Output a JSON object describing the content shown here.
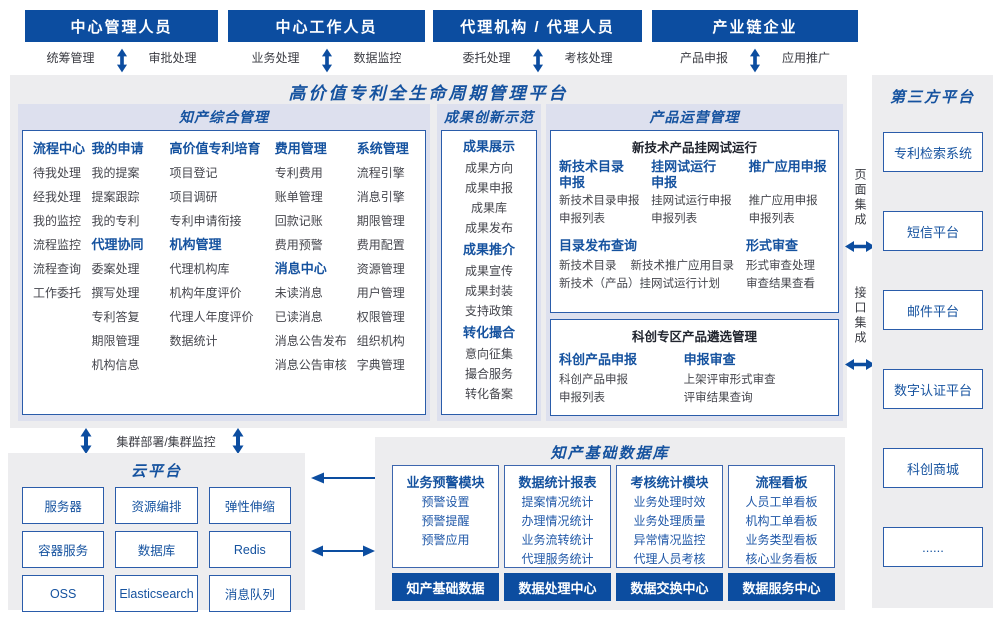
{
  "platform_title": "高价值专利全生命周期管理平台",
  "actors": [
    {
      "title": "中心管理人员",
      "left": "统筹管理",
      "right": "审批处理"
    },
    {
      "title": "中心工作人员",
      "left": "业务处理",
      "right": "数据监控"
    },
    {
      "title": "代理机构 / 代理人员",
      "left": "委托处理",
      "right": "考核处理"
    },
    {
      "title": "产业链企业",
      "left": "产品申报",
      "right": "应用推广"
    }
  ],
  "ip": {
    "title": "知产综合管理",
    "columns": [
      [
        {
          "h": "流程中心"
        },
        {
          "i": "待我处理"
        },
        {
          "i": "经我处理"
        },
        {
          "i": "我的监控"
        },
        {
          "i": "流程监控"
        },
        {
          "i": "流程查询"
        },
        {
          "i": "工作委托"
        }
      ],
      [
        {
          "h": "我的申请"
        },
        {
          "i": "我的提案"
        },
        {
          "i": "提案跟踪"
        },
        {
          "i": "我的专利"
        },
        {
          "h": "代理协同"
        },
        {
          "i": "委案处理"
        },
        {
          "i": "撰写处理"
        },
        {
          "i": "专利答复"
        },
        {
          "i": "期限管理"
        },
        {
          "i": "机构信息"
        }
      ],
      [
        {
          "h": "高价值专利培育"
        },
        {
          "i": "项目登记"
        },
        {
          "i": "项目调研"
        },
        {
          "i": "专利申请衔接"
        },
        {
          "h": "机构管理"
        },
        {
          "i": "代理机构库"
        },
        {
          "i": "机构年度评价"
        },
        {
          "i": "代理人年度评价"
        },
        {
          "i": "数据统计"
        }
      ],
      [
        {
          "h": "费用管理"
        },
        {
          "i": "专利费用"
        },
        {
          "i": "账单管理"
        },
        {
          "i": "回款记账"
        },
        {
          "i": "费用预警"
        },
        {
          "h": "消息中心"
        },
        {
          "i": "未读消息"
        },
        {
          "i": "已读消息"
        },
        {
          "i": "消息公告发布"
        },
        {
          "i": "消息公告审核"
        }
      ],
      [
        {
          "h": "系统管理"
        },
        {
          "i": "流程引擎"
        },
        {
          "i": "消息引擎"
        },
        {
          "i": "期限管理"
        },
        {
          "i": "费用配置"
        },
        {
          "i": "资源管理"
        },
        {
          "i": "用户管理"
        },
        {
          "i": "权限管理"
        },
        {
          "i": "组织机构"
        },
        {
          "i": "字典管理"
        }
      ]
    ]
  },
  "demo": {
    "title": "成果创新示范",
    "entries": [
      {
        "h": "成果展示"
      },
      {
        "i": "成果方向"
      },
      {
        "i": "成果申报"
      },
      {
        "i": "成果库"
      },
      {
        "i": "成果发布"
      },
      {
        "h": "成果推介"
      },
      {
        "i": "成果宣传"
      },
      {
        "i": "成果封装"
      },
      {
        "i": "支持政策"
      },
      {
        "h": "转化撮合"
      },
      {
        "i": "意向征集"
      },
      {
        "i": "撮合服务"
      },
      {
        "i": "转化备案"
      }
    ]
  },
  "product": {
    "title": "产品运营管理",
    "box1": {
      "title": "新技术产品挂网试运行",
      "cols": [
        {
          "header": "新技术目录\n申报",
          "items": [
            "新技术目录申报",
            "申报列表"
          ]
        },
        {
          "header": "挂网试运行\n申报",
          "items": [
            "挂网试运行申报",
            "申报列表"
          ]
        },
        {
          "header": "推广应用申报",
          "items": [
            "推广应用申报",
            "申报列表"
          ]
        }
      ],
      "catalog": {
        "header": "目录发布查询",
        "line1a": "新技术目录",
        "line1b": "新技术推广应用目录",
        "line2": "新技术（产品）挂网试运行计划"
      },
      "review": {
        "header": "形式审查",
        "items": [
          "形式审查处理",
          "审查结果查看"
        ]
      }
    },
    "box2": {
      "title": "科创专区产品遴选管理",
      "cols": [
        {
          "header": "科创产品申报",
          "items": [
            "科创产品申报",
            "申报列表"
          ]
        },
        {
          "header": "申报审查",
          "items": [
            "上架评审形式审查",
            "评审结果查询"
          ]
        }
      ]
    }
  },
  "integration": {
    "page": "页面集成",
    "api": "接口集成"
  },
  "cluster_label": "集群部署/集群监控",
  "cloud": {
    "title": "云平台",
    "boxes": [
      "服务器",
      "资源编排",
      "弹性伸缩",
      "容器服务",
      "数据库",
      "Redis",
      "OSS",
      "Elasticsearch",
      "消息队列"
    ]
  },
  "db": {
    "title": "知产基础数据库",
    "cols": [
      {
        "header": "业务预警模块",
        "items": [
          "预警设置",
          "预警提醒",
          "预警应用"
        ],
        "footer": "知产基础数据"
      },
      {
        "header": "数据统计报表",
        "items": [
          "提案情况统计",
          "办理情况统计",
          "业务流转统计",
          "代理服务统计"
        ],
        "footer": "数据处理中心"
      },
      {
        "header": "考核统计模块",
        "items": [
          "业务处理时效",
          "业务处理质量",
          "异常情况监控",
          "代理人员考核"
        ],
        "footer": "数据交换中心"
      },
      {
        "header": "流程看板",
        "items": [
          "人员工单看板",
          "机构工单看板",
          "业务类型看板",
          "核心业务看板"
        ],
        "footer": "数据服务中心"
      }
    ]
  },
  "third_party": {
    "title": "第三方平台",
    "boxes": [
      "专利检索系统",
      "短信平台",
      "邮件平台",
      "数字认证平台",
      "科创商城",
      "......"
    ]
  },
  "colors": {
    "primary_blue": "#0C4DA0",
    "border_blue": "#2A5CAA",
    "text_blue": "#15529F",
    "item_text": "#45464D",
    "bg_gray": "#EDEDEF",
    "bg_lavender": "#DDE0EE"
  }
}
